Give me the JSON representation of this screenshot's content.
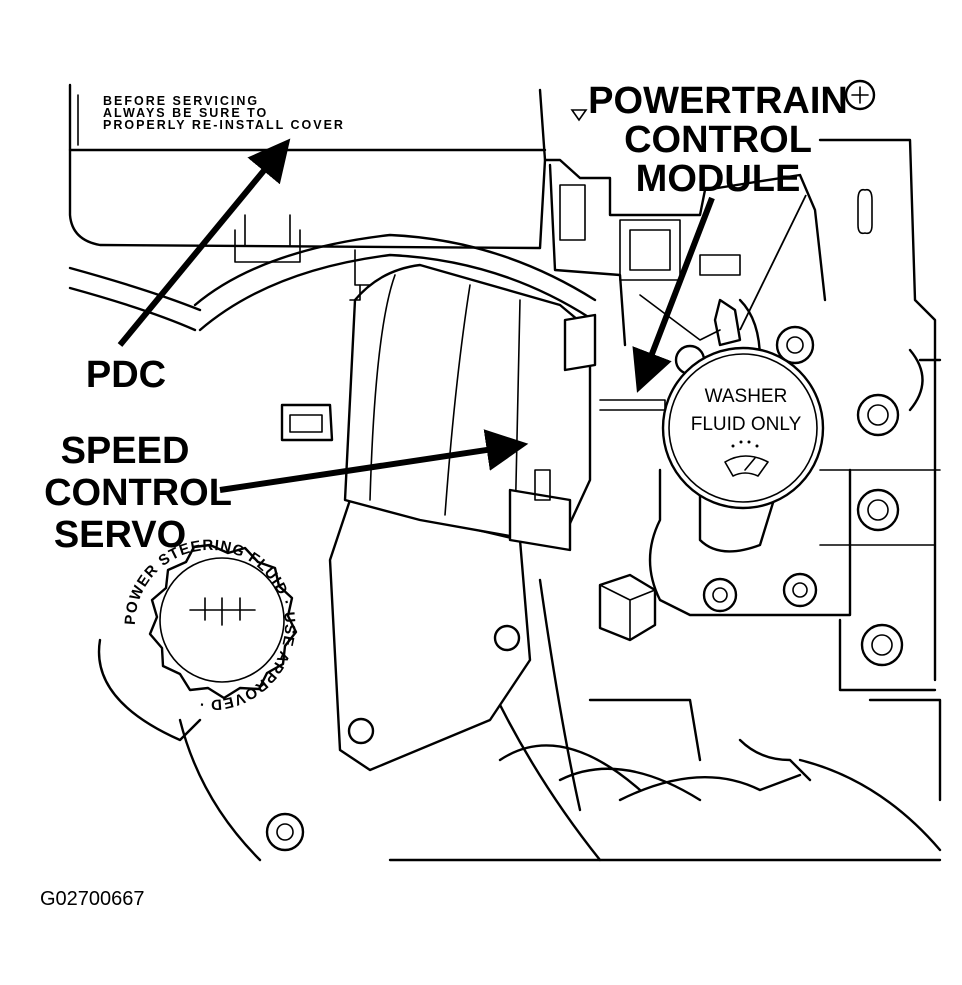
{
  "callouts": {
    "powertrain_line1": "POWERTRAIN",
    "powertrain_line2": "CONTROL",
    "powertrain_line3": "MODULE",
    "pdc": "PDC",
    "speed_line1": "SPEED",
    "speed_line2": "CONTROL",
    "speed_line3": "SERVO"
  },
  "decal": {
    "line1": "BEFORE SERVICING",
    "line2": "ALWAYS BE SURE TO",
    "line3": "PROPERLY RE-INSTALL COVER"
  },
  "washer_cap": {
    "line1": "WASHER",
    "line2": "FLUID ONLY"
  },
  "power_steering_cap": {
    "ring_text": "POWER STEERING FLUID · USE APPROVED ·"
  },
  "figure_id": "G02700667",
  "icons": {
    "washer_symbol": "windshield-washer-icon",
    "arrow_marker": "triangle-marker-icon"
  }
}
